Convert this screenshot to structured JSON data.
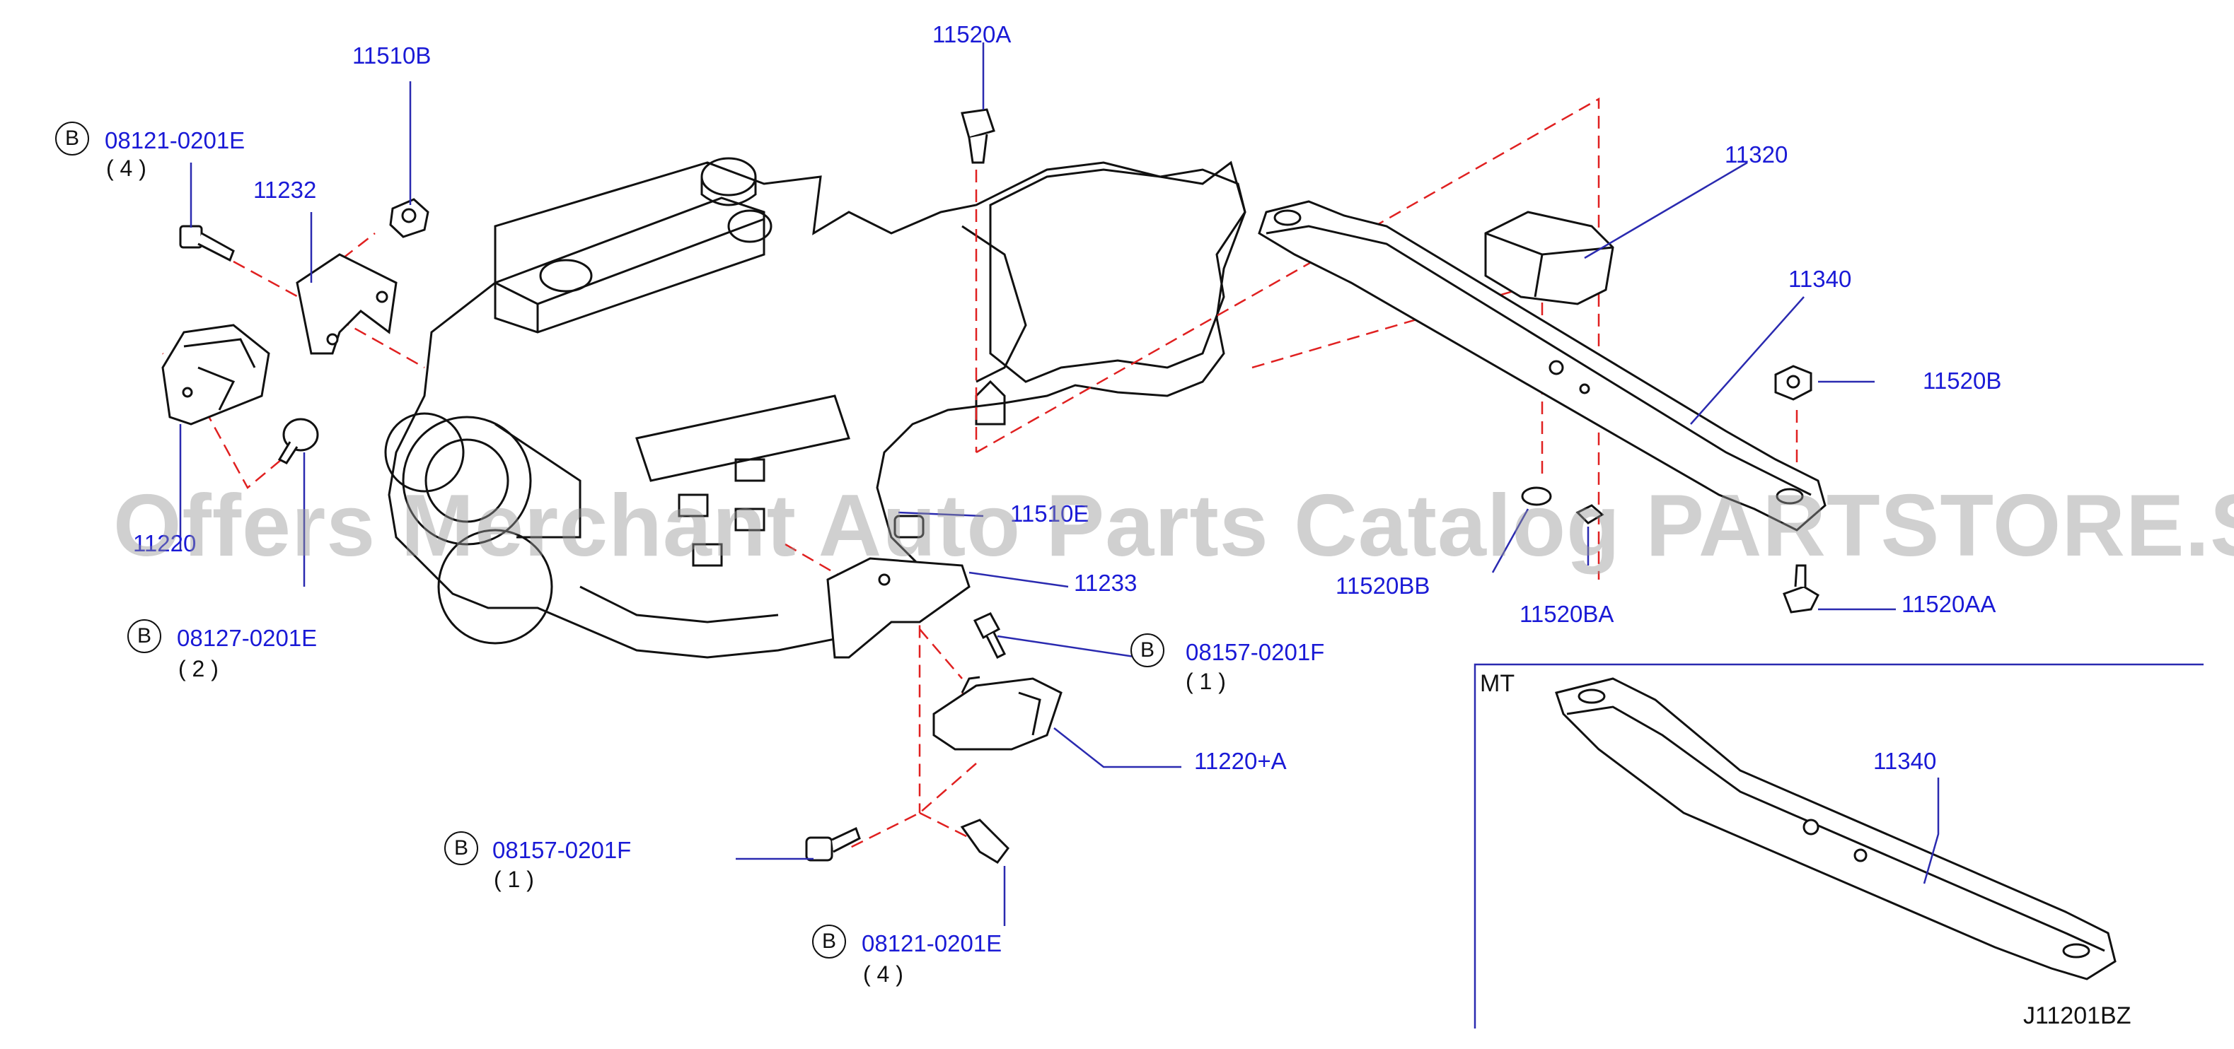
{
  "labels": {
    "p11510b": "11510B",
    "p11520a": "11520A",
    "p08121_top": "08121-0201E",
    "p08121_top_qty": "( 4 )",
    "p11232": "11232",
    "p11320": "11320",
    "p11340_upper": "11340",
    "p11520b": "11520B",
    "p11220": "11220",
    "p11510e": "11510E",
    "p11233": "11233",
    "p11520bb": "11520BB",
    "p11520ba": "11520BA",
    "p11520aa": "11520AA",
    "p08127": "08127-0201E",
    "p08127_qty": "( 2 )",
    "p08157_right": "08157-0201F",
    "p08157_right_qty": "( 1 )",
    "p11220a": "11220+A",
    "p08157_left": "08157-0201F",
    "p08157_left_qty": "( 1 )",
    "p08121_bottom": "08121-0201E",
    "p08121_bottom_qty": "( 4 )",
    "p11340_lower": "11340"
  },
  "b_marker": "B",
  "inset_label": "MT",
  "diagram_code": "J11201BZ",
  "watermark": "Offers Merchant Auto Parts Catalog PARTSTORE.SA",
  "colors": {
    "label_blue": "#1a1ad6",
    "leader_blue": "#2a2ab0",
    "dashed_red": "#e02020",
    "line_art": "#111111",
    "watermark_gray": "#969696"
  }
}
